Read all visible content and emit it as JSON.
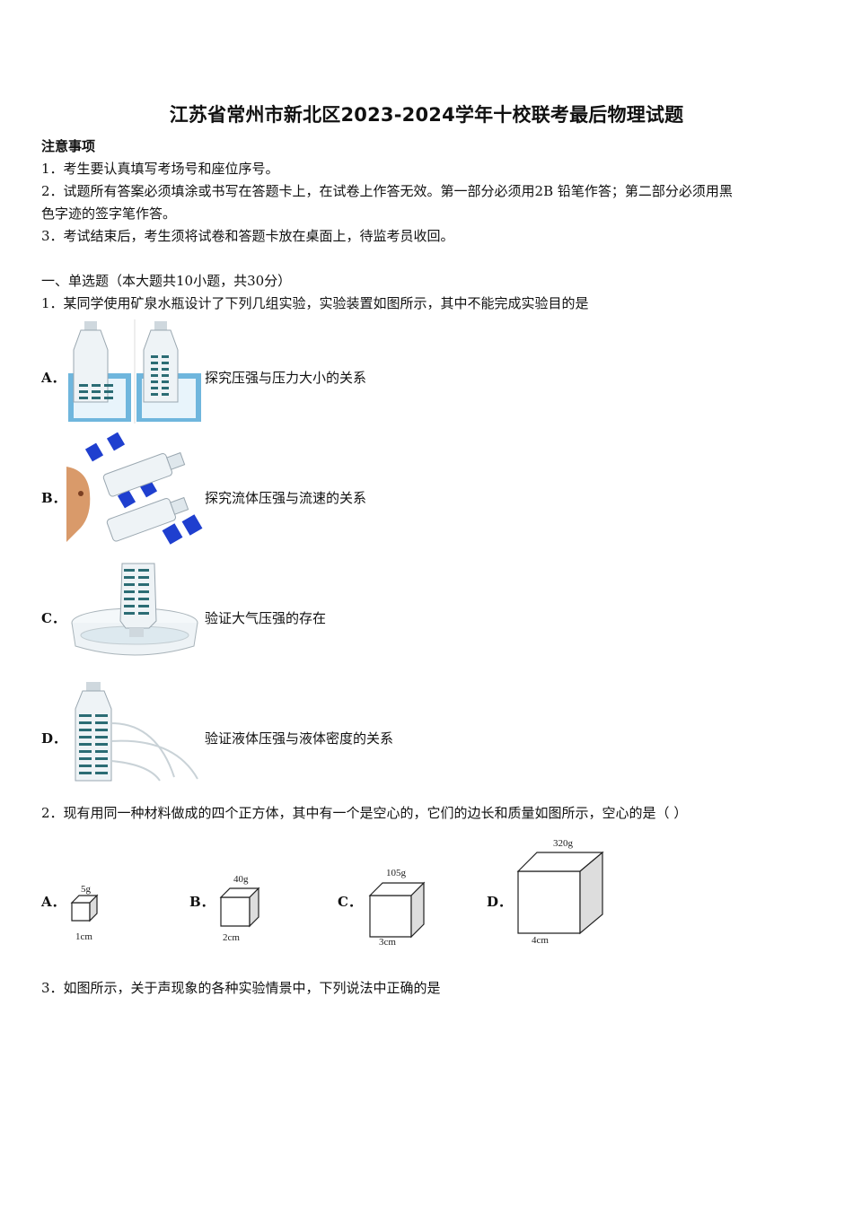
{
  "title": "江苏省常州市新北区2023-2024学年十校联考最后物理试题",
  "notice": {
    "heading": "注意事项",
    "items": [
      "1．考生要认真填写考场号和座位序号。",
      "2．试题所有答案必须填涂或书写在答题卡上，在试卷上作答无效。第一部分必须用2B 铅笔作答；第二部分必须用黑",
      "色字迹的签字笔作答。",
      "3．考试结束后，考生须将试卷和答题卡放在桌面上，待监考员收回。"
    ]
  },
  "section": "一、单选题（本大题共10小题，共30分）",
  "q1": {
    "stem": "1．某同学使用矿泉水瓶设计了下列几组实验，实验装置如图所示，其中不能完成实验目的是",
    "options": [
      {
        "letter": "A．",
        "text": "探究压强与压力大小的关系"
      },
      {
        "letter": "B．",
        "text": "探究流体压强与流速的关系"
      },
      {
        "letter": "C．",
        "text": "验证大气压强的存在"
      },
      {
        "letter": "D．",
        "text": "验证液体压强与液体密度的关系"
      }
    ]
  },
  "q2": {
    "stem": "2．现有用同一种材料做成的四个正方体，其中有一个是空心的，它们的边长和质量如图所示，空心的是（ ）",
    "options": [
      {
        "letter": "A．",
        "mass": "5g",
        "edge": "1cm"
      },
      {
        "letter": "B．",
        "mass": "40g",
        "edge": "2cm"
      },
      {
        "letter": "C．",
        "mass": "105g",
        "edge": "3cm"
      },
      {
        "letter": "D．",
        "mass": "320g",
        "edge": "4cm"
      }
    ]
  },
  "q3": {
    "stem": "3．如图所示，关于声现象的各种实验情景中，下列说法中正确的是"
  }
}
